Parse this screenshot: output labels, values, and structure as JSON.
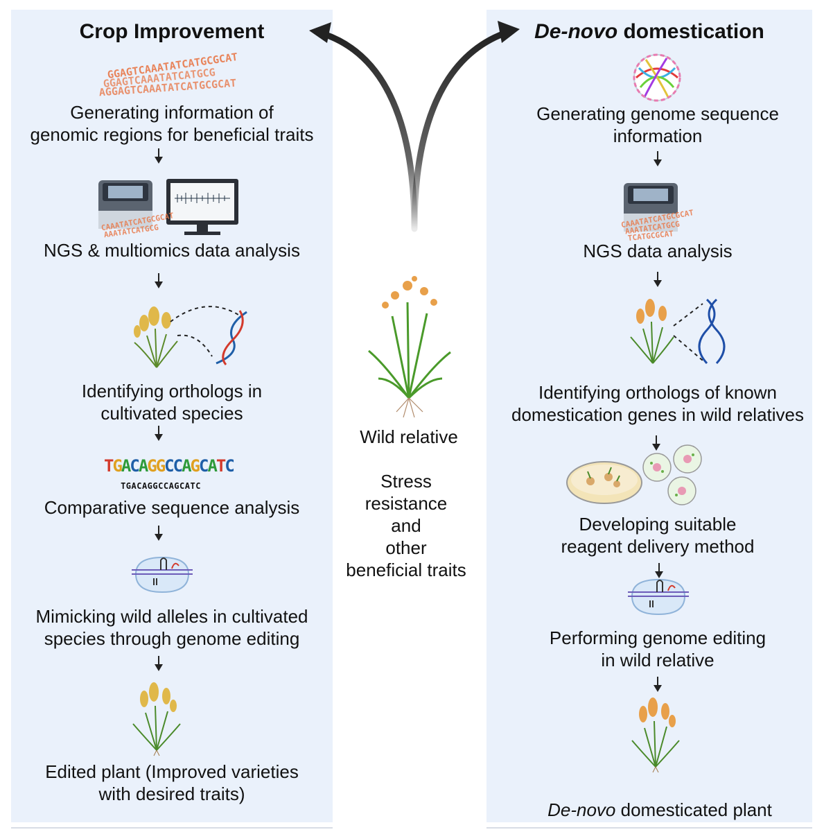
{
  "left": {
    "title": "Crop Improvement",
    "steps": [
      "Generating information of\ngenomic regions for beneficial traits",
      "NGS & multiomics data analysis",
      "Identifying orthologs  in\ncultivated species",
      "Comparative sequence analysis",
      "Mimicking wild alleles in cultivated\nspecies through genome editing",
      "Edited plant (Improved varieties\nwith desired traits)"
    ],
    "sequence_logo": "TGACAGGCCAGCATC",
    "sequence_line": "TGACAGGCCAGCATC"
  },
  "right": {
    "title_italic": "De-novo",
    "title_rest": " domestication",
    "steps": [
      "Generating genome sequence\ninformation",
      "NGS data analysis",
      "Identifying orthologs of known\ndomestication genes in wild relatives",
      "Developing suitable\nreagent delivery method",
      "Performing genome editing\nin wild relative",
      "domesticated plant"
    ],
    "final_italic": "De-novo"
  },
  "center": {
    "label": "Wild relative",
    "traits": "Stress\nresistance\nand\nother\nbeneficial traits"
  },
  "dna_snippet": "AGGAGTCAAATATCATGCGCAT",
  "colors": {
    "panel": "#eaf1fb",
    "dna_text": "#e8794a",
    "arrow": "#222222",
    "plant_green": "#4a8a2a",
    "wheat_gold": "#e0b84a"
  }
}
